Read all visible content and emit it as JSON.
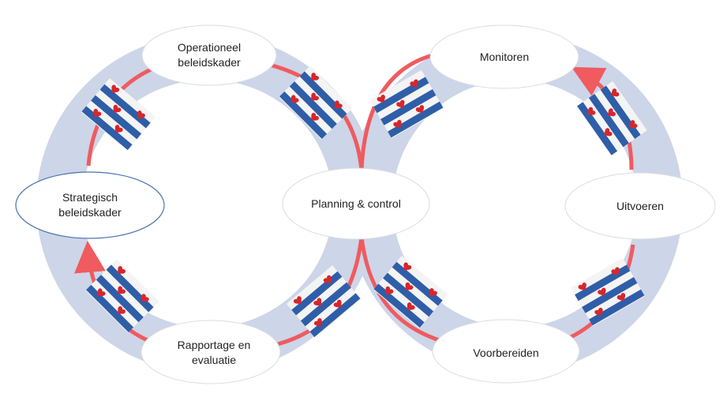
{
  "diagram": {
    "nodes": {
      "strategisch": {
        "lines": [
          "Strategisch",
          "beleidskader"
        ]
      },
      "operationeel": {
        "lines": [
          "Operationeel",
          "beleidskader"
        ]
      },
      "planning": {
        "lines": [
          "Planning & control"
        ]
      },
      "rapportage": {
        "lines": [
          "Rapportage en",
          "evaluatie"
        ]
      },
      "monitoren": {
        "lines": [
          "Monitoren"
        ]
      },
      "uitvoeren": {
        "lines": [
          "Uitvoeren"
        ]
      },
      "voorbereiden": {
        "lines": [
          "Voorbereiden"
        ]
      }
    }
  },
  "colors": {
    "ring": "#cdd5e8",
    "cycle_arrow": "#ef5b5f",
    "node_fill": "#ffffff",
    "node_border": "#d9dce3",
    "highlight_border": "#4a72b0",
    "flag_blue": "#2f5ea8",
    "flag_heart": "#d8262b"
  }
}
